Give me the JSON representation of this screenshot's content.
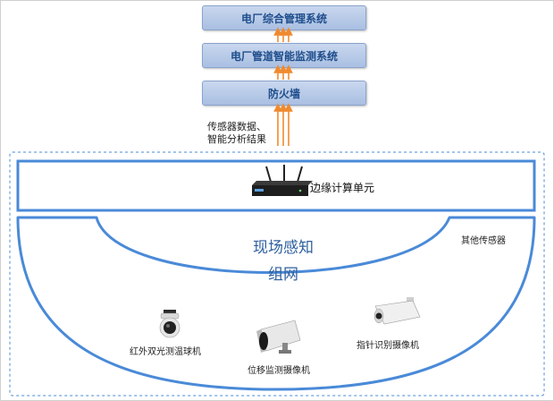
{
  "systems": {
    "top": "电厂综合管理系统",
    "middle": "电厂管道智能监测系统",
    "firewall": "防火墙"
  },
  "data_label": {
    "line1": "传感器数据、",
    "line2": "智能分析结果"
  },
  "edge_unit": "边缘计算单元",
  "field_network": {
    "line1": "现场感知",
    "line2": "组网"
  },
  "devices": {
    "other_sensors": "其他传感器",
    "infrared_camera": "红外双光测温球机",
    "displacement_camera": "位移监测摄像机",
    "pointer_camera": "指针识别摄像机"
  },
  "colors": {
    "frame_blue": "#4a8ad8",
    "arrow_orange": "#f08a2e",
    "title_blue": "#1f4e8c",
    "field_text": "#2f5f9e"
  }
}
